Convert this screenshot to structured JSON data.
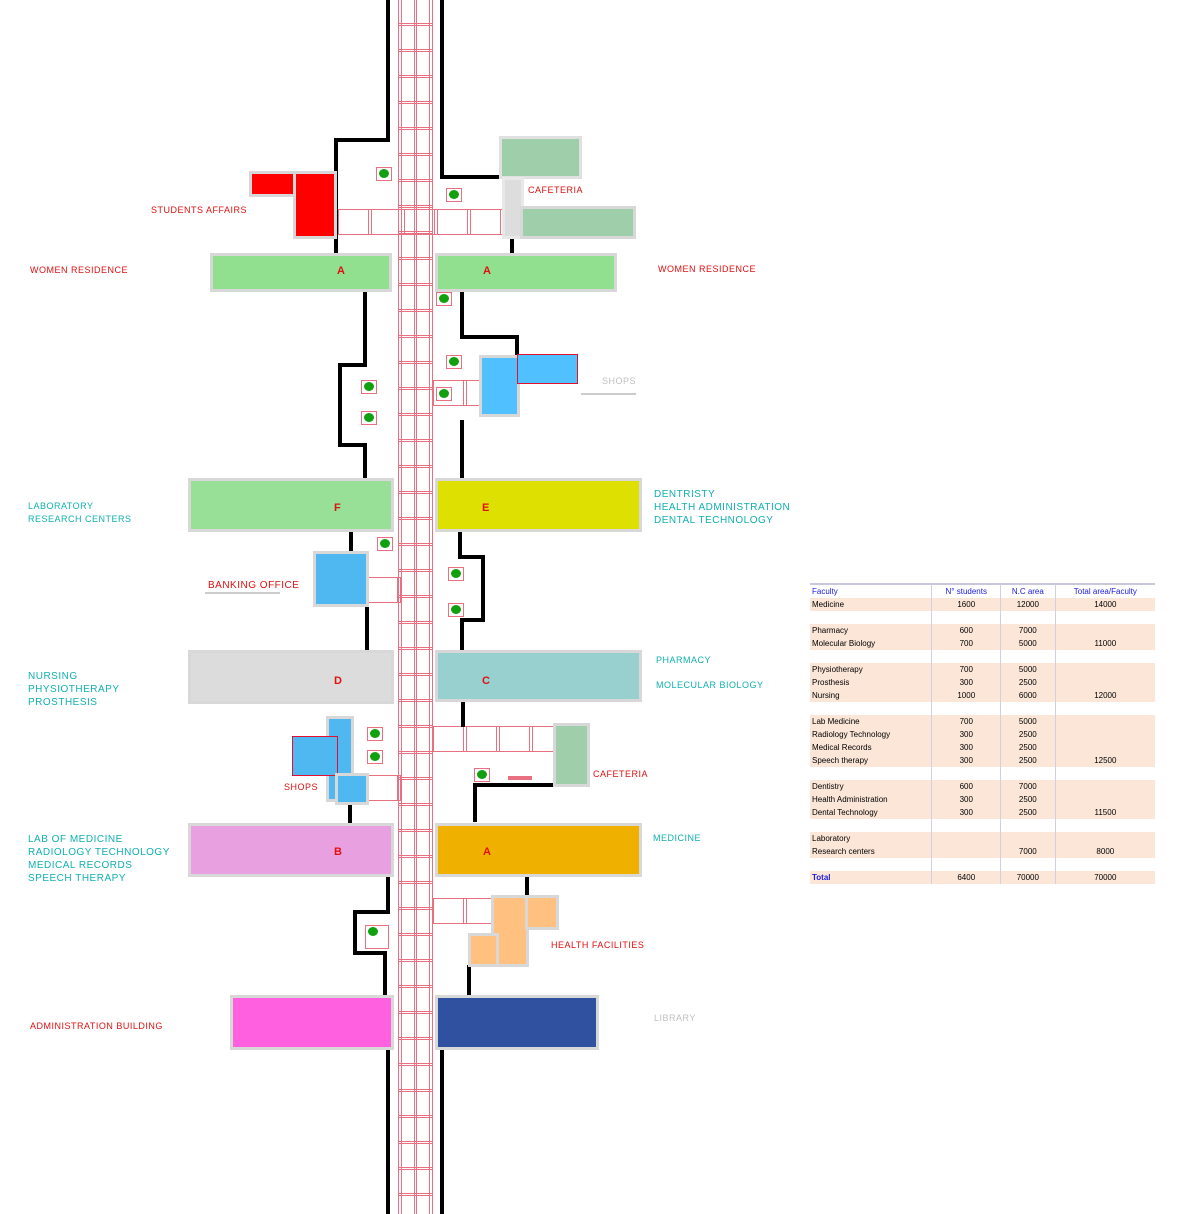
{
  "labels": {
    "students_affairs": "Students affairs",
    "women_residence_left": "Women residence",
    "women_residence_right": "Women residence",
    "cafeteria_top": "Cafeteria",
    "shops_top": "Shops",
    "lab_research": [
      "Laboratory",
      "Research centers"
    ],
    "dentistry": [
      "Dentristy",
      "Health administration",
      "Dental technology"
    ],
    "banking": "Banking office",
    "nursing": [
      "Nursing",
      "Physiotherapy",
      "Prosthesis"
    ],
    "pharmacy": "Pharmacy",
    "molecular": "Molecular biology",
    "shops_bottom": "Shops",
    "cafeteria_bottom": "Cafeteria",
    "labmed": [
      "Lab of medicine",
      "Radiology technology",
      "Medical records",
      "Speech therapy"
    ],
    "medicine": "Medicine",
    "health": "Health facilities",
    "admin": "Administration building",
    "library": "Library"
  },
  "letters": {
    "a1": "A",
    "a2": "A",
    "f": "F",
    "e": "E",
    "d": "D",
    "c": "C",
    "b": "B",
    "a3": "A"
  },
  "table": {
    "headers": [
      "Faculty",
      "N° students",
      "N.C area",
      "Total area/Faculty"
    ],
    "rows": [
      [
        "Medicine",
        "1600",
        "12000",
        "14000"
      ],
      [
        "",
        "",
        "",
        ""
      ],
      [
        "Pharmacy",
        "600",
        "7000",
        ""
      ],
      [
        "Molecular Biology",
        "700",
        "5000",
        "11000"
      ],
      [
        "",
        "",
        "",
        ""
      ],
      [
        "Physiotherapy",
        "700",
        "5000",
        ""
      ],
      [
        "Prosthesis",
        "300",
        "2500",
        ""
      ],
      [
        "Nursing",
        "1000",
        "6000",
        "12000"
      ],
      [
        "",
        "",
        "",
        ""
      ],
      [
        "Lab Medicine",
        "700",
        "5000",
        ""
      ],
      [
        "Radiology Technology",
        "300",
        "2500",
        ""
      ],
      [
        "Medical Records",
        "300",
        "2500",
        ""
      ],
      [
        "Speech therapy",
        "300",
        "2500",
        "12500"
      ],
      [
        "",
        "",
        "",
        ""
      ],
      [
        "Dentistry",
        "600",
        "7000",
        ""
      ],
      [
        "Health Administration",
        "300",
        "2500",
        ""
      ],
      [
        "Dental Technology",
        "300",
        "2500",
        "11500"
      ],
      [
        "",
        "",
        "",
        ""
      ],
      [
        "Laboratory",
        "",
        "",
        ""
      ],
      [
        "Research centers",
        "",
        "7000",
        "8000"
      ],
      [
        "",
        "",
        "",
        ""
      ]
    ],
    "total": [
      "Total",
      "6400",
      "70000",
      "70000"
    ]
  }
}
